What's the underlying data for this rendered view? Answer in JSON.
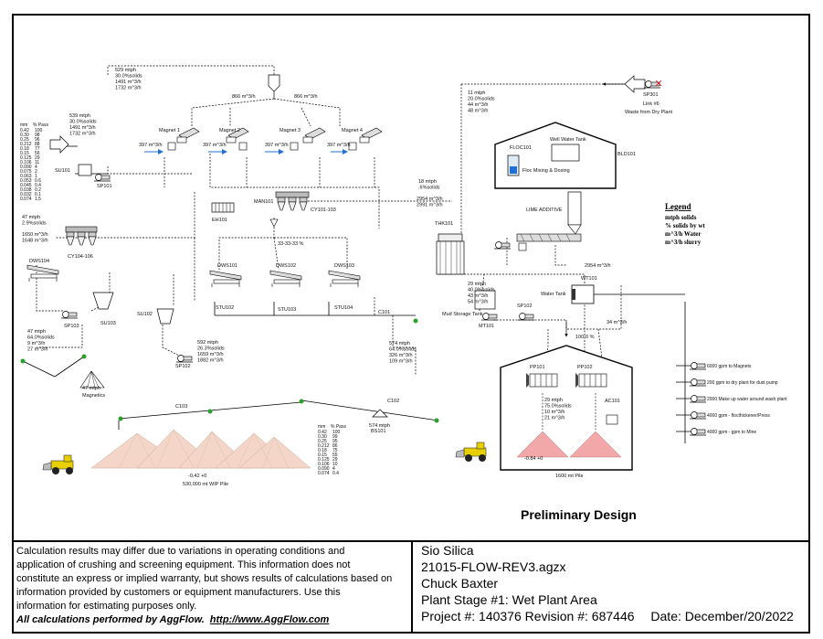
{
  "flowsheet": {
    "prelim": "Preliminary Design",
    "legend": {
      "title": "Legend",
      "lines": [
        "mtph solids",
        "% solids by wt",
        "m^3/h Water",
        "m^3/h slurry"
      ]
    },
    "equipment": {
      "su101": "SU101",
      "sp101": "SP101",
      "magnets": [
        "Magnet 1",
        "Magnet 2",
        "Magnet 3",
        "Magnet 4"
      ],
      "eh101": "EH101",
      "man101": "MAN101",
      "cy101": "CY101-103",
      "cy104": "CY104-106",
      "dws101": "DWS101",
      "dws102": "DWS102",
      "dws103": "DWS103",
      "dws104": "DWS104",
      "stu102": "STU102",
      "stu103": "STU103",
      "stu104": "STU104",
      "c101": "C101",
      "sp103": "SP103",
      "su103": "SU103",
      "su102": "SU102",
      "sp102a": "SP102",
      "c103": "C103",
      "c102": "C102",
      "bs101": "BS101",
      "magnetics": "Magnetics",
      "thk101": "THK101",
      "mud_tank": "Mud Storage Tank",
      "mt101": "MT101",
      "sp102b": "SP102",
      "lime": "LIME ADDITIVE",
      "floc": "FLOC101",
      "well_tank": "Well Water Tank",
      "floc_mix": "Floc Mixing & Dosing",
      "bld101": "BLD101",
      "water_tank": "Water Tank",
      "wt101": "WT101",
      "sp301": "SP301",
      "link": "Link #6",
      "waste": "Waste from Dry Plant",
      "pp101": "PP101",
      "pp102": "PP102",
      "ac101": "AC101",
      "split": "100-0 %",
      "split2": "33-33-33 %",
      "pile_wip": "530,000 mt WIP Pile",
      "pile_wip_dim": "-0.42 +0",
      "pile_fine_dim": "-0.84 +0",
      "pile_1600": "1600 mt Pile"
    },
    "streams": {
      "top": [
        "529 mtph",
        "30.0%solids",
        "1491 m^3/h",
        "1732 m^3/h"
      ],
      "feed": [
        "539 mtph",
        "30.0%solids",
        "1491 m^3/h",
        "1732 m^3/h"
      ],
      "split_l": "866 m^3/h",
      "split_r": "866 m^3/h",
      "mag_flow": "397 m^3/h",
      "cy104": [
        "47 mtph",
        "2.9%solids"
      ],
      "cy104b": [
        "1650 m^3/h",
        "1648 m^3/h"
      ],
      "thk_in": [
        "18 mtph",
        ".6%solids"
      ],
      "thk_in2": [
        "2954 m^3/h",
        "2991 m^3/h"
      ],
      "waste": [
        "11 mtph",
        "20.0%solids",
        "44 m^3/h",
        "48 m^3/h"
      ],
      "mud": [
        "29 mtph",
        "40.0%solids",
        "43 m^3/h",
        "54 m^3/h"
      ],
      "wt_in": "2954 m^3/h",
      "wt_out": "34 m^3/h",
      "mags": [
        "47 mtph",
        "64.0%solids",
        "9 m^3/h",
        "27 m^3/h"
      ],
      "mags_pile": "47 mtph",
      "su102": [
        "592 mtph",
        "26.3%solids",
        "1659 m^3/h",
        "1882 m^3/h"
      ],
      "c101": [
        "574 mtph",
        "64.0%solids",
        "326 m^3/h",
        "109 m^3/h"
      ],
      "c102": "574 mtph",
      "pp": [
        "29 mtph",
        "75.0%solids",
        "10 m^3/h",
        "21 m^3/h"
      ]
    },
    "psd": {
      "header": [
        "mm",
        "% Pass"
      ],
      "rows": [
        [
          "0.42",
          "100"
        ],
        [
          "0.30",
          "98"
        ],
        [
          "0.25",
          "96"
        ],
        [
          "0.212",
          "88"
        ],
        [
          "0.18",
          "77"
        ],
        [
          "0.15",
          "56"
        ],
        [
          "0.125",
          "29"
        ],
        [
          "0.106",
          "11"
        ],
        [
          "0.090",
          "4"
        ],
        [
          "0.075",
          "2"
        ],
        [
          "0.063",
          "1"
        ],
        [
          "0.053",
          "0.6"
        ],
        [
          "0.045",
          "0.4"
        ],
        [
          "0.038",
          "0.2"
        ],
        [
          "0.032",
          "0.1"
        ],
        [
          "0.074",
          "1.5"
        ]
      ]
    },
    "psd2": {
      "header": [
        "mm",
        "% Pass"
      ],
      "rows": [
        [
          "0.42",
          "100"
        ],
        [
          "0.30",
          "99"
        ],
        [
          "0.25",
          "95"
        ],
        [
          "0.212",
          "86"
        ],
        [
          "0.18",
          "75"
        ],
        [
          "0.15",
          "55"
        ],
        [
          "0.125",
          "29"
        ],
        [
          "0.106",
          "10"
        ],
        [
          "0.090",
          "4"
        ],
        [
          "0.074",
          "0.4"
        ]
      ]
    },
    "water_uses": [
      "6000 gpm to Magnets",
      "200 gpm to dry plant for dust pump",
      "2000 Make up water around wash plant",
      "4000 gpm - flocthickener/Press",
      "4000 gpm - gpm to Mine"
    ]
  },
  "disclaimer": {
    "lines": [
      "Calculation results may differ due to variations in operating conditions and",
      "application of crushing and screening equipment.  This information does not",
      "constitute an express or implied warranty, but shows results of calculations based on",
      "information provided by customers or equipment manufacturers.  Use this",
      "information for estimating purposes only."
    ],
    "credit": "All calculations performed by AggFlow.",
    "url": "http://www.AggFlow.com"
  },
  "project": {
    "company": "Sio Silica",
    "file": "21015-FLOW-REV3.agzx",
    "author": "Chuck Baxter",
    "stage": "Plant Stage #1: Wet Plant Area",
    "project_label": "Project #:",
    "project_no": "140376",
    "revision_label": "Revision #:",
    "revision_no": "687446",
    "date_label": "Date:",
    "date": "December/20/2022"
  },
  "colors": {
    "pile": "#f4d6c8",
    "pile_hot": "#f2a8a8",
    "node": "#2aa12a",
    "flow_arrow": "#1f6fd6",
    "loader": "#e8d000"
  }
}
